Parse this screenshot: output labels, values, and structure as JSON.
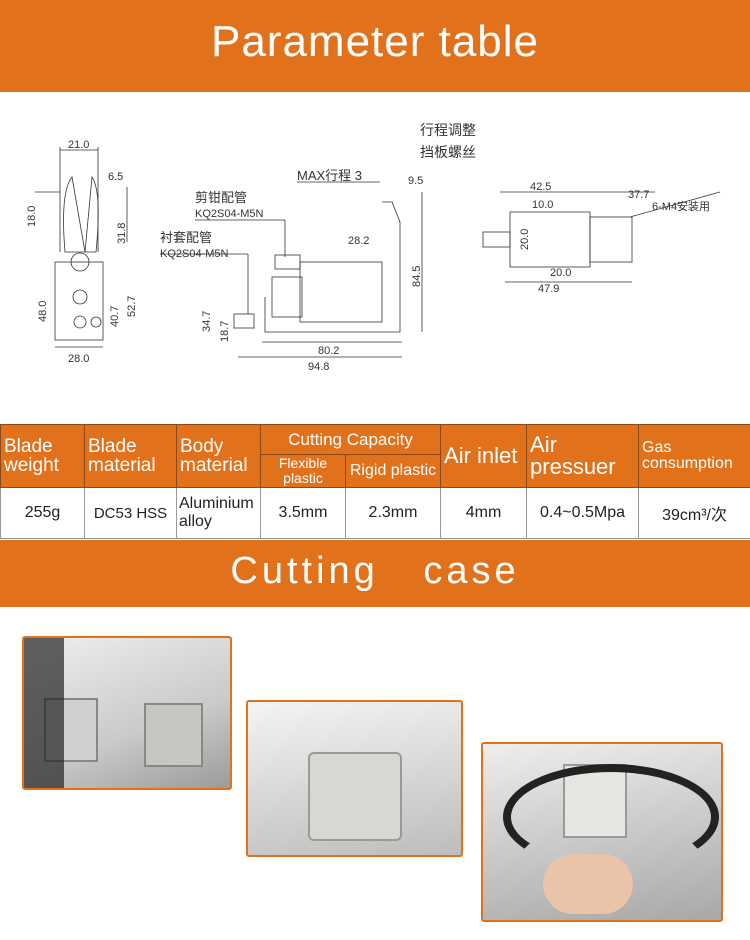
{
  "header": {
    "title": "Parameter table"
  },
  "drawing": {
    "front": {
      "d1": "21.0",
      "d2": "6.5",
      "d3": "18.0",
      "d4": "31.8",
      "d5": "48.0",
      "d6": "40.7",
      "d7": "52.7",
      "d8": "28.0"
    },
    "side": {
      "label1_cn": "剪钳配管",
      "label1_part": "KQ2S04-M5N",
      "label2_cn": "衬套配管",
      "label2_part": "KQ2S04-M5N",
      "max_stroke": "MAX行程 3",
      "d1": "9.5",
      "d2": "28.2",
      "d3": "84.5",
      "d4": "34.7",
      "d5": "18.7",
      "d6": "80.2",
      "d7": "94.8"
    },
    "top": {
      "note1": "行程调整",
      "note2": "挡板螺丝",
      "mount": "6-M4安装用",
      "d1": "42.5",
      "d2": "37.7",
      "d3": "10.0",
      "d4": "20.0",
      "d5": "20.0",
      "d6": "47.9"
    }
  },
  "table": {
    "headers": {
      "blade_weight": "Blade weight",
      "blade_material": "Blade material",
      "body_material": "Body material",
      "cutting_capacity": "Cutting Capacity",
      "flexible": "Flexible plastic",
      "rigid": "Rigid plastic",
      "air_inlet": "Air inlet",
      "air_pressure": "Air pressuer",
      "gas": "Gas consumption"
    },
    "values": {
      "blade_weight": "255g",
      "blade_material": "DC53 HSS",
      "body_material": "Aluminium alloy",
      "flexible": "3.5mm",
      "rigid": "2.3mm",
      "air_inlet": "4mm",
      "air_pressure": "0.4~0.5Mpa",
      "gas": "39cm³/次"
    }
  },
  "section2": {
    "title": "Cutting case"
  },
  "colors": {
    "accent": "#e2711b"
  }
}
